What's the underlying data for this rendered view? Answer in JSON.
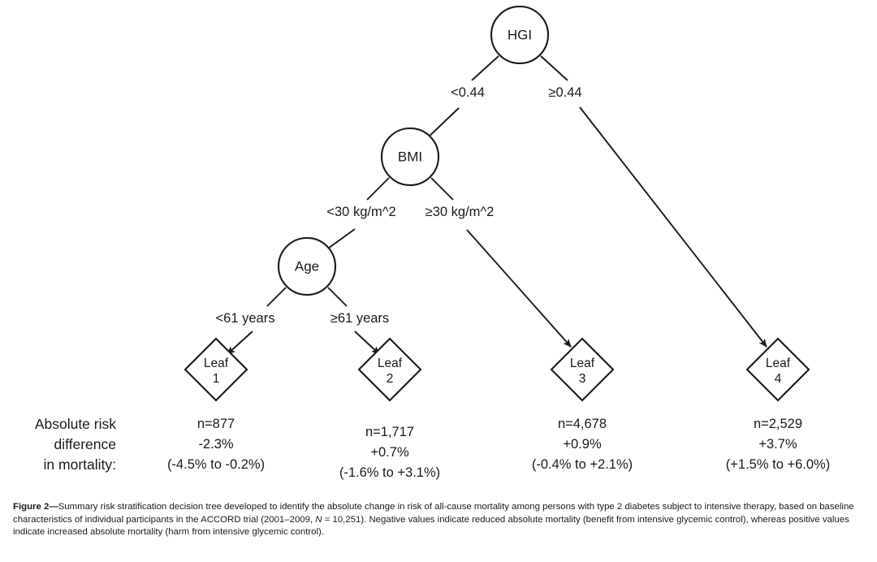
{
  "figure": {
    "caption_prefix": "Figure 2",
    "caption_dash": "—",
    "caption_part1": "Summary risk stratification decision tree developed to identify the absolute change in risk of all-cause mortality among persons with type 2 diabetes subject to intensive therapy, based on baseline characteristics of individual participants in the ACCORD trial (2001–2009, ",
    "caption_italic_n": "N",
    "caption_part2": " = 10,251). Negative values indicate reduced absolute mortality (benefit from intensive glycemic control), whereas positive values indicate increased absolute mortality (harm from intensive glycemic control)."
  },
  "row_label": {
    "line1": "Absolute risk",
    "line2": "difference",
    "line3": "in mortality:"
  },
  "chart_data": {
    "type": "tree",
    "title": "Summary risk stratification decision tree",
    "root": "HGI",
    "internal_nodes": [
      {
        "id": "hgi",
        "label": "HGI",
        "split_variable": "HGI",
        "threshold": 0.44
      },
      {
        "id": "bmi",
        "label": "BMI",
        "split_variable": "BMI",
        "threshold": 30,
        "units": "kg/m^2"
      },
      {
        "id": "age",
        "label": "Age",
        "split_variable": "Age",
        "threshold": 61,
        "units": "years"
      }
    ],
    "edges": [
      {
        "from": "hgi",
        "to": "bmi",
        "label": "<0.44"
      },
      {
        "from": "hgi",
        "to": "leaf4",
        "label": "≥0.44"
      },
      {
        "from": "bmi",
        "to": "age",
        "label": "<30 kg/m^2"
      },
      {
        "from": "bmi",
        "to": "leaf3",
        "label": "≥30 kg/m^2"
      },
      {
        "from": "age",
        "to": "leaf1",
        "label": "<61 years"
      },
      {
        "from": "age",
        "to": "leaf2",
        "label": "≥61 years"
      }
    ],
    "leaves": [
      {
        "id": "leaf1",
        "label_line1": "Leaf",
        "label_line2": "1",
        "n_text": "n=877",
        "n": 877,
        "risk_difference_text": "-2.3%",
        "risk_difference": -2.3,
        "ci_text": "(-4.5% to -0.2%)",
        "ci_low": -4.5,
        "ci_high": -0.2
      },
      {
        "id": "leaf2",
        "label_line1": "Leaf",
        "label_line2": "2",
        "n_text": "n=1,717",
        "n": 1717,
        "risk_difference_text": "+0.7%",
        "risk_difference": 0.7,
        "ci_text": "(-1.6% to +3.1%)",
        "ci_low": -1.6,
        "ci_high": 3.1
      },
      {
        "id": "leaf3",
        "label_line1": "Leaf",
        "label_line2": "3",
        "n_text": "n=4,678",
        "n": 4678,
        "risk_difference_text": "+0.9%",
        "risk_difference": 0.9,
        "ci_text": "(-0.4% to +2.1%)",
        "ci_low": -0.4,
        "ci_high": 2.1
      },
      {
        "id": "leaf4",
        "label_line1": "Leaf",
        "label_line2": "4",
        "n_text": "n=2,529",
        "n": 2529,
        "risk_difference_text": "+3.7%",
        "risk_difference": 3.7,
        "ci_text": "(+1.5% to +6.0%)",
        "ci_low": 1.5,
        "ci_high": 6.0
      }
    ],
    "total_n": 10251,
    "trial": "ACCORD",
    "trial_years": "2001–2009",
    "outcome": "absolute risk difference in all-cause mortality",
    "units": "%"
  },
  "colors": {
    "ink": "#1a1a1a",
    "background": "#ffffff"
  }
}
